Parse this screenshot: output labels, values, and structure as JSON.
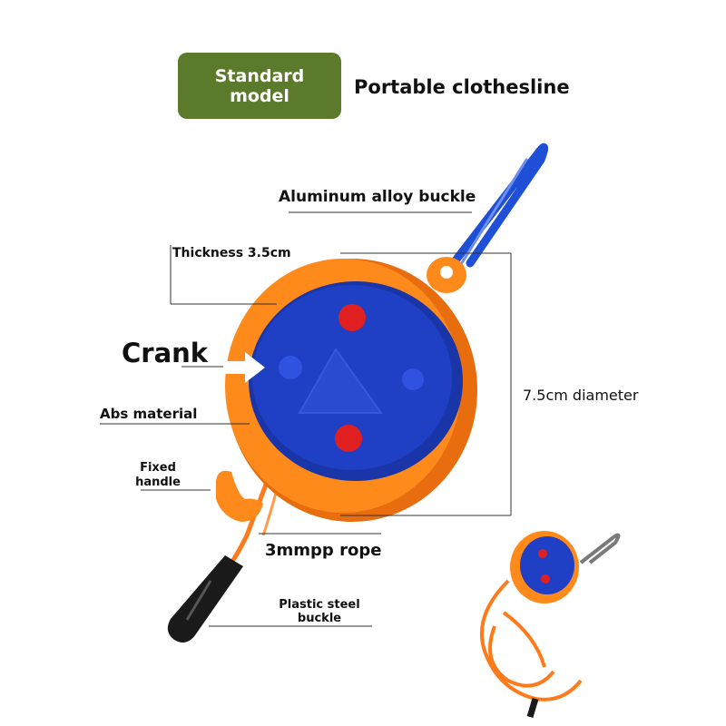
{
  "header": {
    "badge_line1": "Standard",
    "badge_line2": "model",
    "title": "Portable clothesline"
  },
  "callouts": {
    "buckle": "Aluminum alloy buckle",
    "thickness": "Thickness 3.5cm",
    "crank": "Crank",
    "abs": "Abs material",
    "fixed_line1": "Fixed",
    "fixed_line2": "handle",
    "diameter": "7.5cm diameter",
    "rope": "3mmpp rope",
    "plastic_line1": "Plastic steel",
    "plastic_line2": "buckle"
  },
  "colors": {
    "badge": "#5b7a2b",
    "orange": "#ff8a1c",
    "blue": "#1f3fc4",
    "carabiner": "#1e4fd6",
    "rope": "#ff7a1a",
    "hook": "#1a1a1a"
  }
}
